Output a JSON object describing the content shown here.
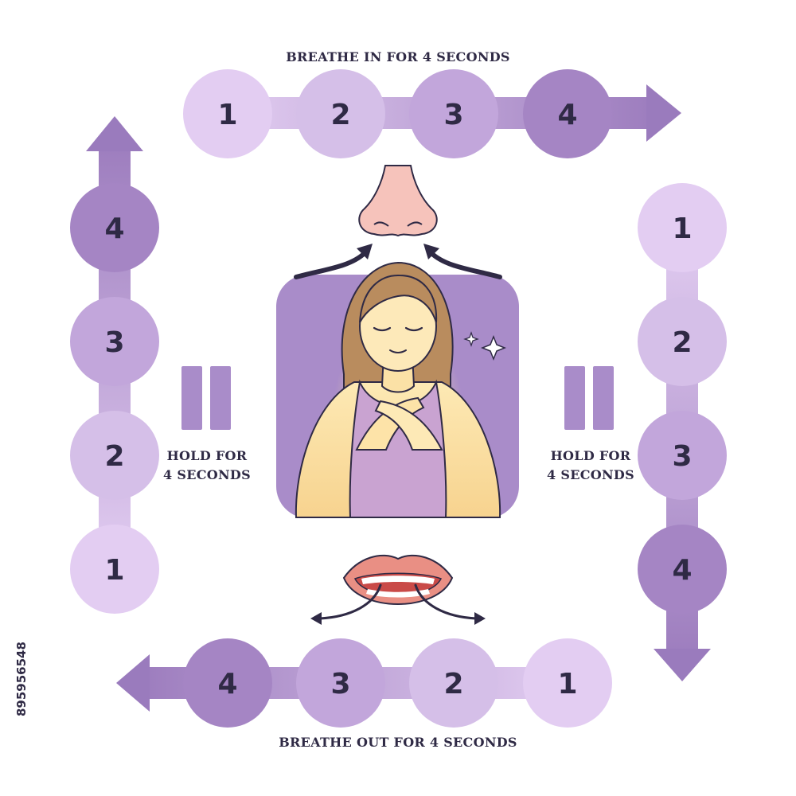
{
  "labels": {
    "breathe_in": "BREATHE IN FOR 4 SECONDS",
    "hold_left_line1": "HOLD FOR",
    "hold_left_line2": "4 SECONDS",
    "hold_right_line1": "HOLD FOR",
    "hold_right_line2": "4 SECONDS",
    "breathe_out": "BREATHE OUT FOR 4 SECONDS",
    "stock_id": "895956548"
  },
  "steps": {
    "top": [
      "1",
      "2",
      "3",
      "4"
    ],
    "right": [
      "1",
      "2",
      "3",
      "4"
    ],
    "bottom": [
      "4",
      "3",
      "2",
      "1"
    ],
    "left": [
      "4",
      "3",
      "2",
      "1"
    ]
  },
  "colors": {
    "step1": "#e3cdf2",
    "step2": "#d5bfe8",
    "step3": "#c2a6db",
    "step4": "#a585c4",
    "arrow": "#9c7dbd",
    "panel": "#a98cc9",
    "text": "#2f2a45"
  },
  "icons": [
    "nose-icon",
    "woman-breathing-illustration",
    "lips-icon",
    "pause-icon",
    "sparkle-icon"
  ]
}
